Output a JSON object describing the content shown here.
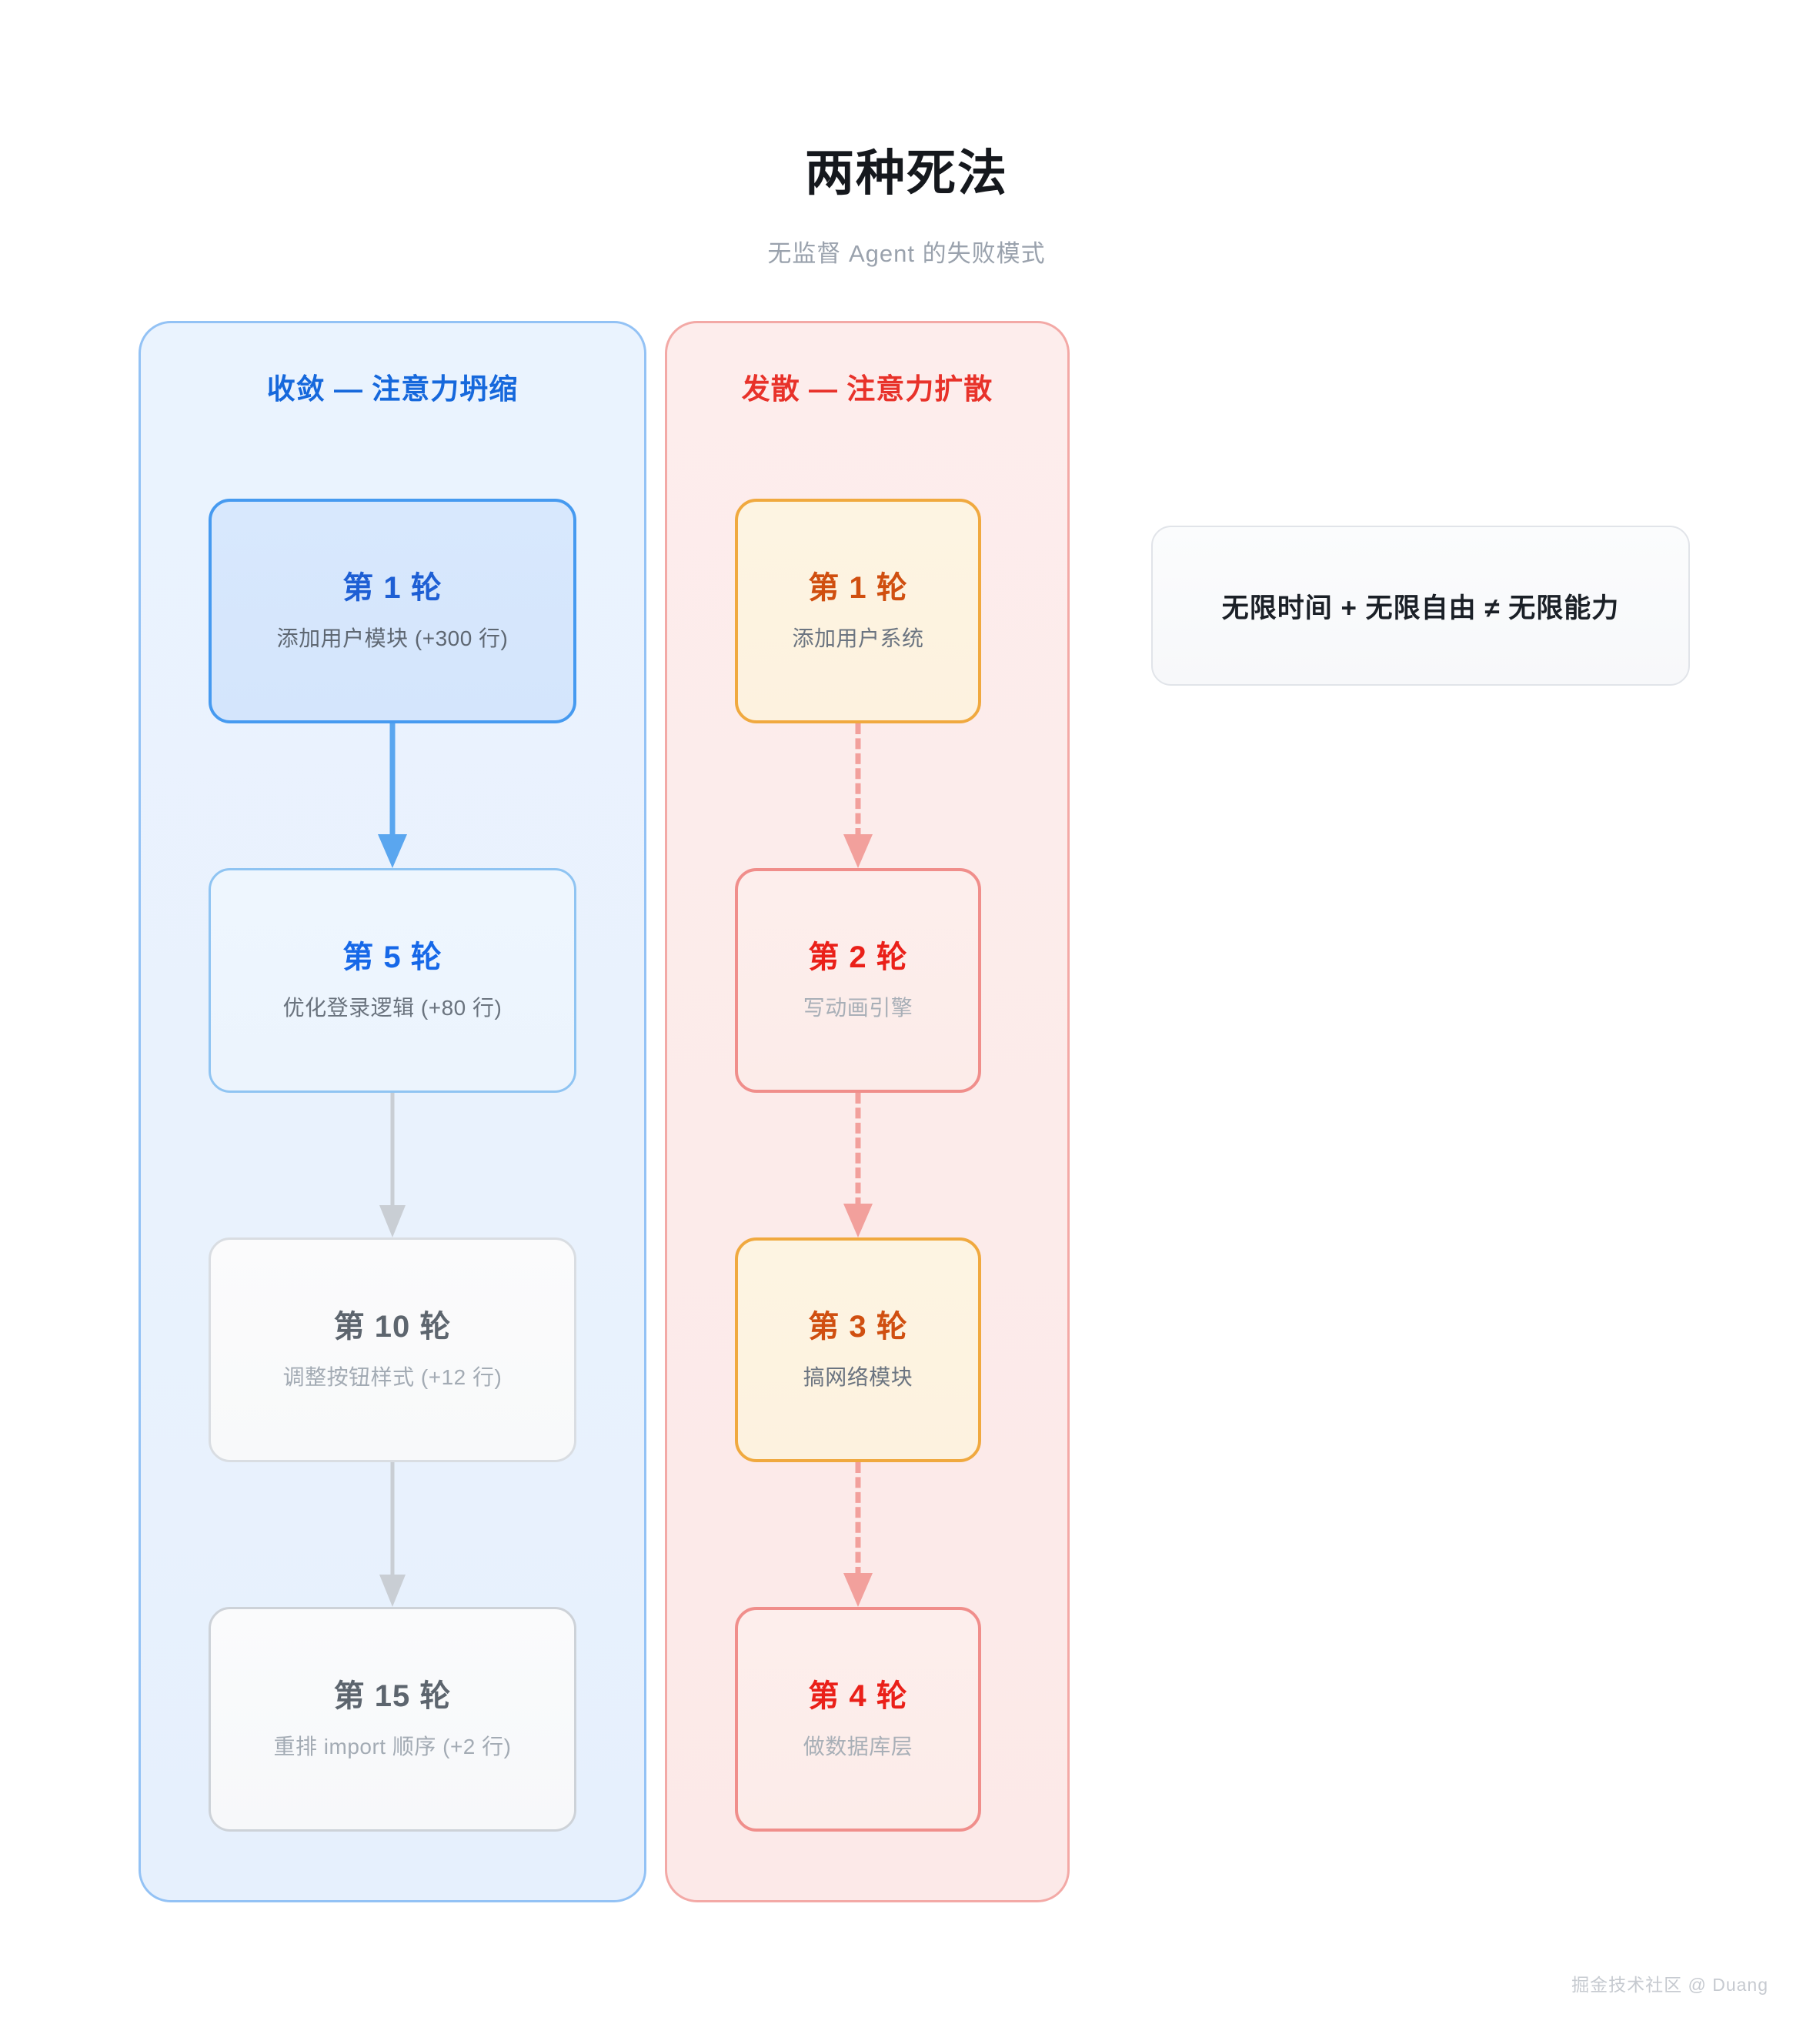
{
  "header": {
    "title": "两种死法",
    "subtitle": "无监督 Agent 的失败模式"
  },
  "colors": {
    "converge_accent": "#1668dc",
    "diverge_accent": "#e8322a",
    "converge_panel_bg": "#eaf3fe",
    "converge_panel_border": "#93c2f5",
    "diverge_panel_bg": "#fdedec",
    "diverge_panel_border": "#f3a9a6",
    "arrow_blue": "#5aa6ef",
    "arrow_gray": "#c9ced4",
    "arrow_pink": "#f2a09c",
    "orange": "#d04f10",
    "red": "#ea2019",
    "muted_text": "#9aa2ad"
  },
  "panels": [
    {
      "id": "converge",
      "heading": "收敛 — 注意力坍缩",
      "cards": [
        {
          "title": "第 1 轮",
          "desc": "添加用户模块 (+300 行)"
        },
        {
          "title": "第 5 轮",
          "desc": "优化登录逻辑 (+80 行)"
        },
        {
          "title": "第 10 轮",
          "desc": "调整按钮样式 (+12 行)"
        },
        {
          "title": "第 15 轮",
          "desc": "重排 import 顺序 (+2 行)"
        }
      ],
      "connectors": [
        "solid-blue-arrow",
        "solid-gray-arrow",
        "solid-gray-arrow"
      ]
    },
    {
      "id": "diverge",
      "heading": "发散 — 注意力扩散",
      "cards": [
        {
          "title": "第 1 轮",
          "desc": "添加用户系统"
        },
        {
          "title": "第 2 轮",
          "desc": "写动画引擎"
        },
        {
          "title": "第 3 轮",
          "desc": "搞网络模块"
        },
        {
          "title": "第 4 轮",
          "desc": "做数据库层"
        }
      ],
      "connectors": [
        "dashed-pink-arrow",
        "dashed-pink-arrow",
        "dashed-pink-arrow"
      ]
    }
  ],
  "note": {
    "text": "无限时间 + 无限自由 ≠ 无限能力"
  },
  "footer": {
    "watermark": "掘金技术社区 @ Duang"
  }
}
